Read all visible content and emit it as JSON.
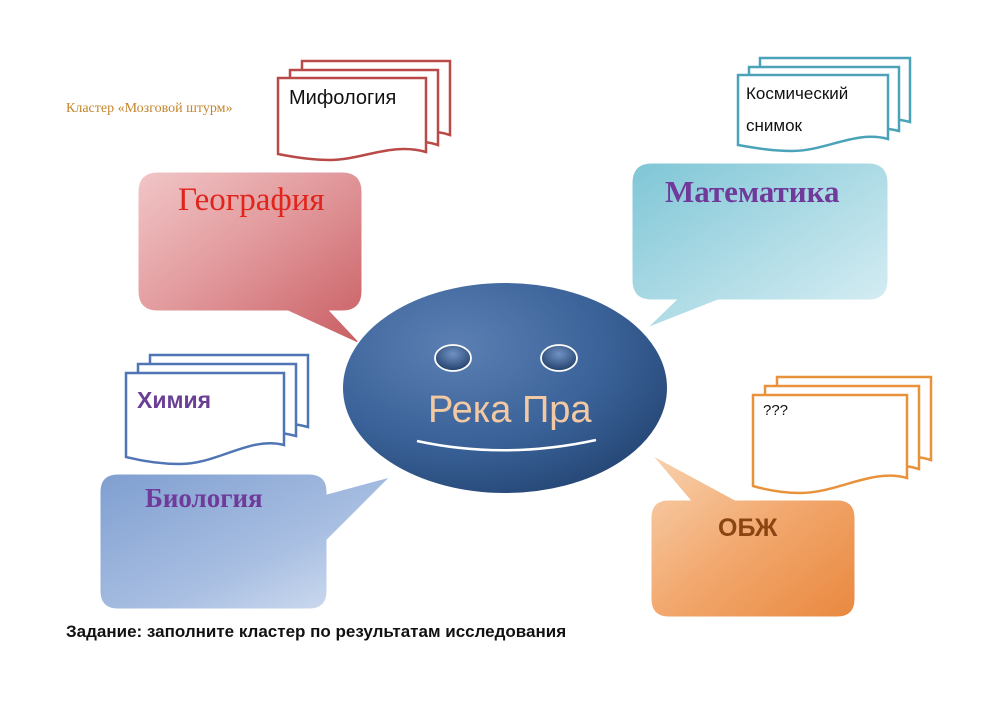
{
  "caption": "Кластер «Мозговой штурм»",
  "center": {
    "label": "Река Пра"
  },
  "bubbles": {
    "geography": "География",
    "mathematics": "Математика",
    "biology": "Биология",
    "obzh": "ОБЖ"
  },
  "documents": {
    "mythology": "Мифология",
    "space_image_line1": "Космический",
    "space_image_line2": "снимок",
    "chemistry": "Химия",
    "unknown": "???"
  },
  "task": "Задание: заполните кластер по результатам исследования",
  "colors": {
    "geography": "#d98a8e",
    "mathematics": "#9ed3dd",
    "biology": "#9cb3d8",
    "obzh": "#f0a46a",
    "center": "#2f5587",
    "mythology_doc": "#b94a48",
    "space_doc": "#4aa3b9",
    "chemistry_doc": "#4f75b5",
    "unknown_doc": "#e8923c"
  }
}
